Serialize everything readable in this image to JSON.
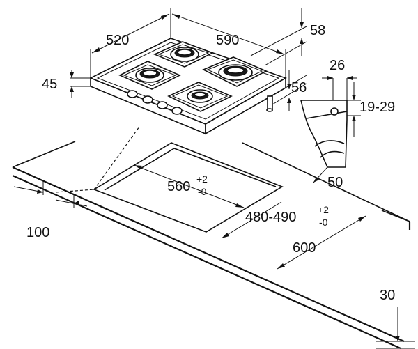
{
  "diagram": {
    "dimensions": {
      "hob_depth": "520",
      "hob_width": "590",
      "hob_height_front": "45",
      "hob_rear_height": "58",
      "side_gap": "56",
      "bracket_width": "26",
      "worktop_thickness_range": "19-29",
      "bracket_offset": "50",
      "cutout_width": "560",
      "cutout_width_tol_upper": "+2",
      "cutout_width_tol_lower": "-0",
      "cutout_depth": "480-490",
      "cutout_depth_tol_upper": "+2",
      "cutout_depth_tol_lower": "-0",
      "front_clearance": "100",
      "worktop_depth": "600",
      "worktop_min_thickness": "30"
    }
  }
}
